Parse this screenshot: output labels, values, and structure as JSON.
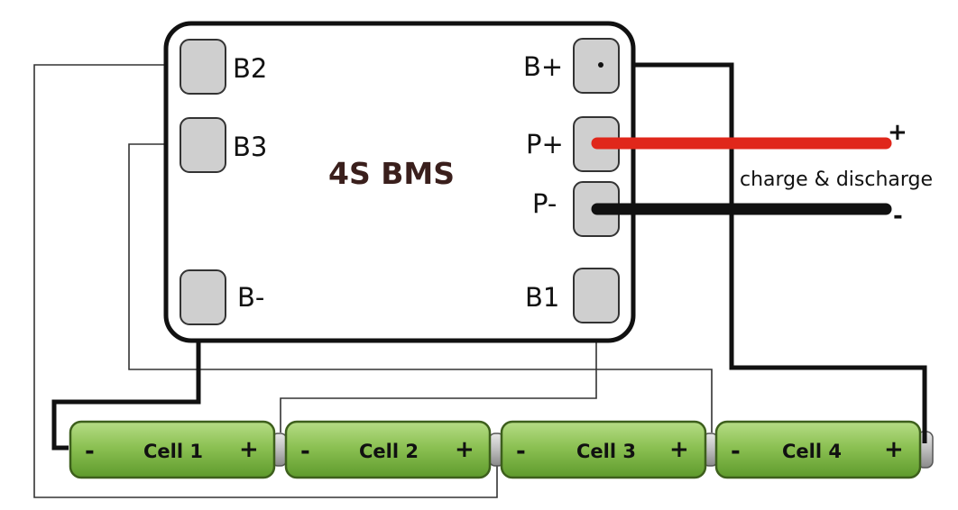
{
  "bms": {
    "title": "4S BMS",
    "pins": {
      "b2": "B2",
      "b3": "B3",
      "b_minus": "B-",
      "b_plus": "B+",
      "p_plus": "P+",
      "p_minus": "P-",
      "b1": "B1"
    }
  },
  "output": {
    "label": "charge & discharge",
    "plus_sign": "+",
    "minus_sign": "-"
  },
  "cells": [
    {
      "name": "Cell 1",
      "neg": "-",
      "pos": "+"
    },
    {
      "name": "Cell 2",
      "neg": "-",
      "pos": "+"
    },
    {
      "name": "Cell 3",
      "neg": "-",
      "pos": "+"
    },
    {
      "name": "Cell 4",
      "neg": "-",
      "pos": "+"
    }
  ],
  "colors": {
    "board_border": "#111111",
    "pad_fill": "#cfcfcf",
    "cell_fill": "#8cc153",
    "wire_red": "#e0271b",
    "wire_black": "#111111",
    "title_color": "#3a1f1c"
  }
}
